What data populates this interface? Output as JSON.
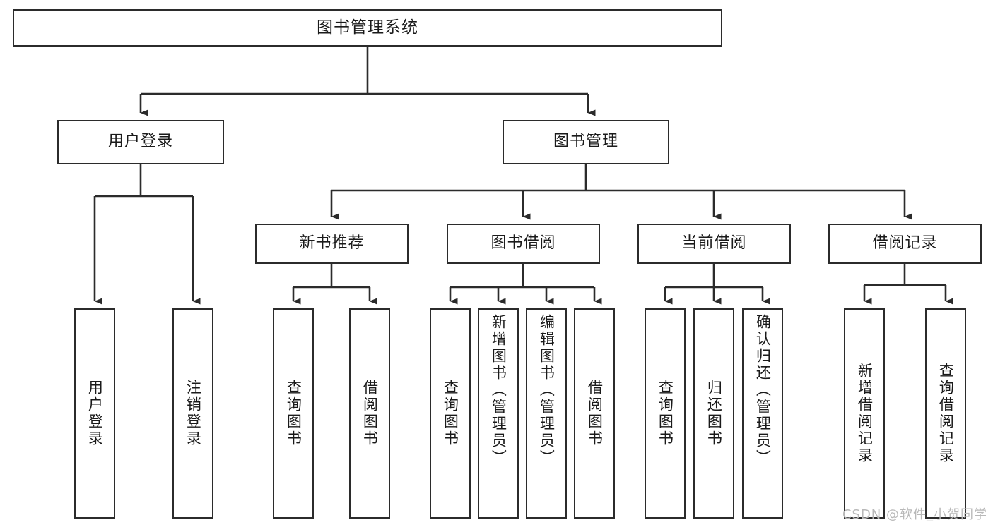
{
  "diagram": {
    "title": "图书管理系统",
    "type": "tree-hierarchy-chart",
    "watermark": "CSDN @软件_小贺同学",
    "levels": {
      "root": {
        "label": "图书管理系统"
      },
      "level2": [
        {
          "label": "用户登录"
        },
        {
          "label": "图书管理"
        }
      ],
      "level3": [
        {
          "label": "新书推荐"
        },
        {
          "label": "图书借阅"
        },
        {
          "label": "当前借阅"
        },
        {
          "label": "借阅记录"
        }
      ],
      "leaves": {
        "user_login": [
          {
            "label": "用户登录"
          },
          {
            "label": "注销登录"
          }
        ],
        "new_book_recommend": [
          {
            "label": "查询图书"
          },
          {
            "label": "借阅图书"
          }
        ],
        "book_borrow": [
          {
            "label": "查询图书"
          },
          {
            "label": "新增图书（管理员）"
          },
          {
            "label": "编辑图书（管理员）"
          },
          {
            "label": "借阅图书"
          }
        ],
        "current_borrow": [
          {
            "label": "查询图书"
          },
          {
            "label": "归还图书"
          },
          {
            "label": "确认归还（管理员）"
          }
        ],
        "borrow_record": [
          {
            "label": "新增借阅记录"
          },
          {
            "label": "查询借阅记录"
          }
        ]
      }
    },
    "colors": {
      "stroke": "#2b2b2b",
      "fill": "#ffffff",
      "text": "#1a1a1a",
      "watermark": "#b8b8b8"
    }
  }
}
